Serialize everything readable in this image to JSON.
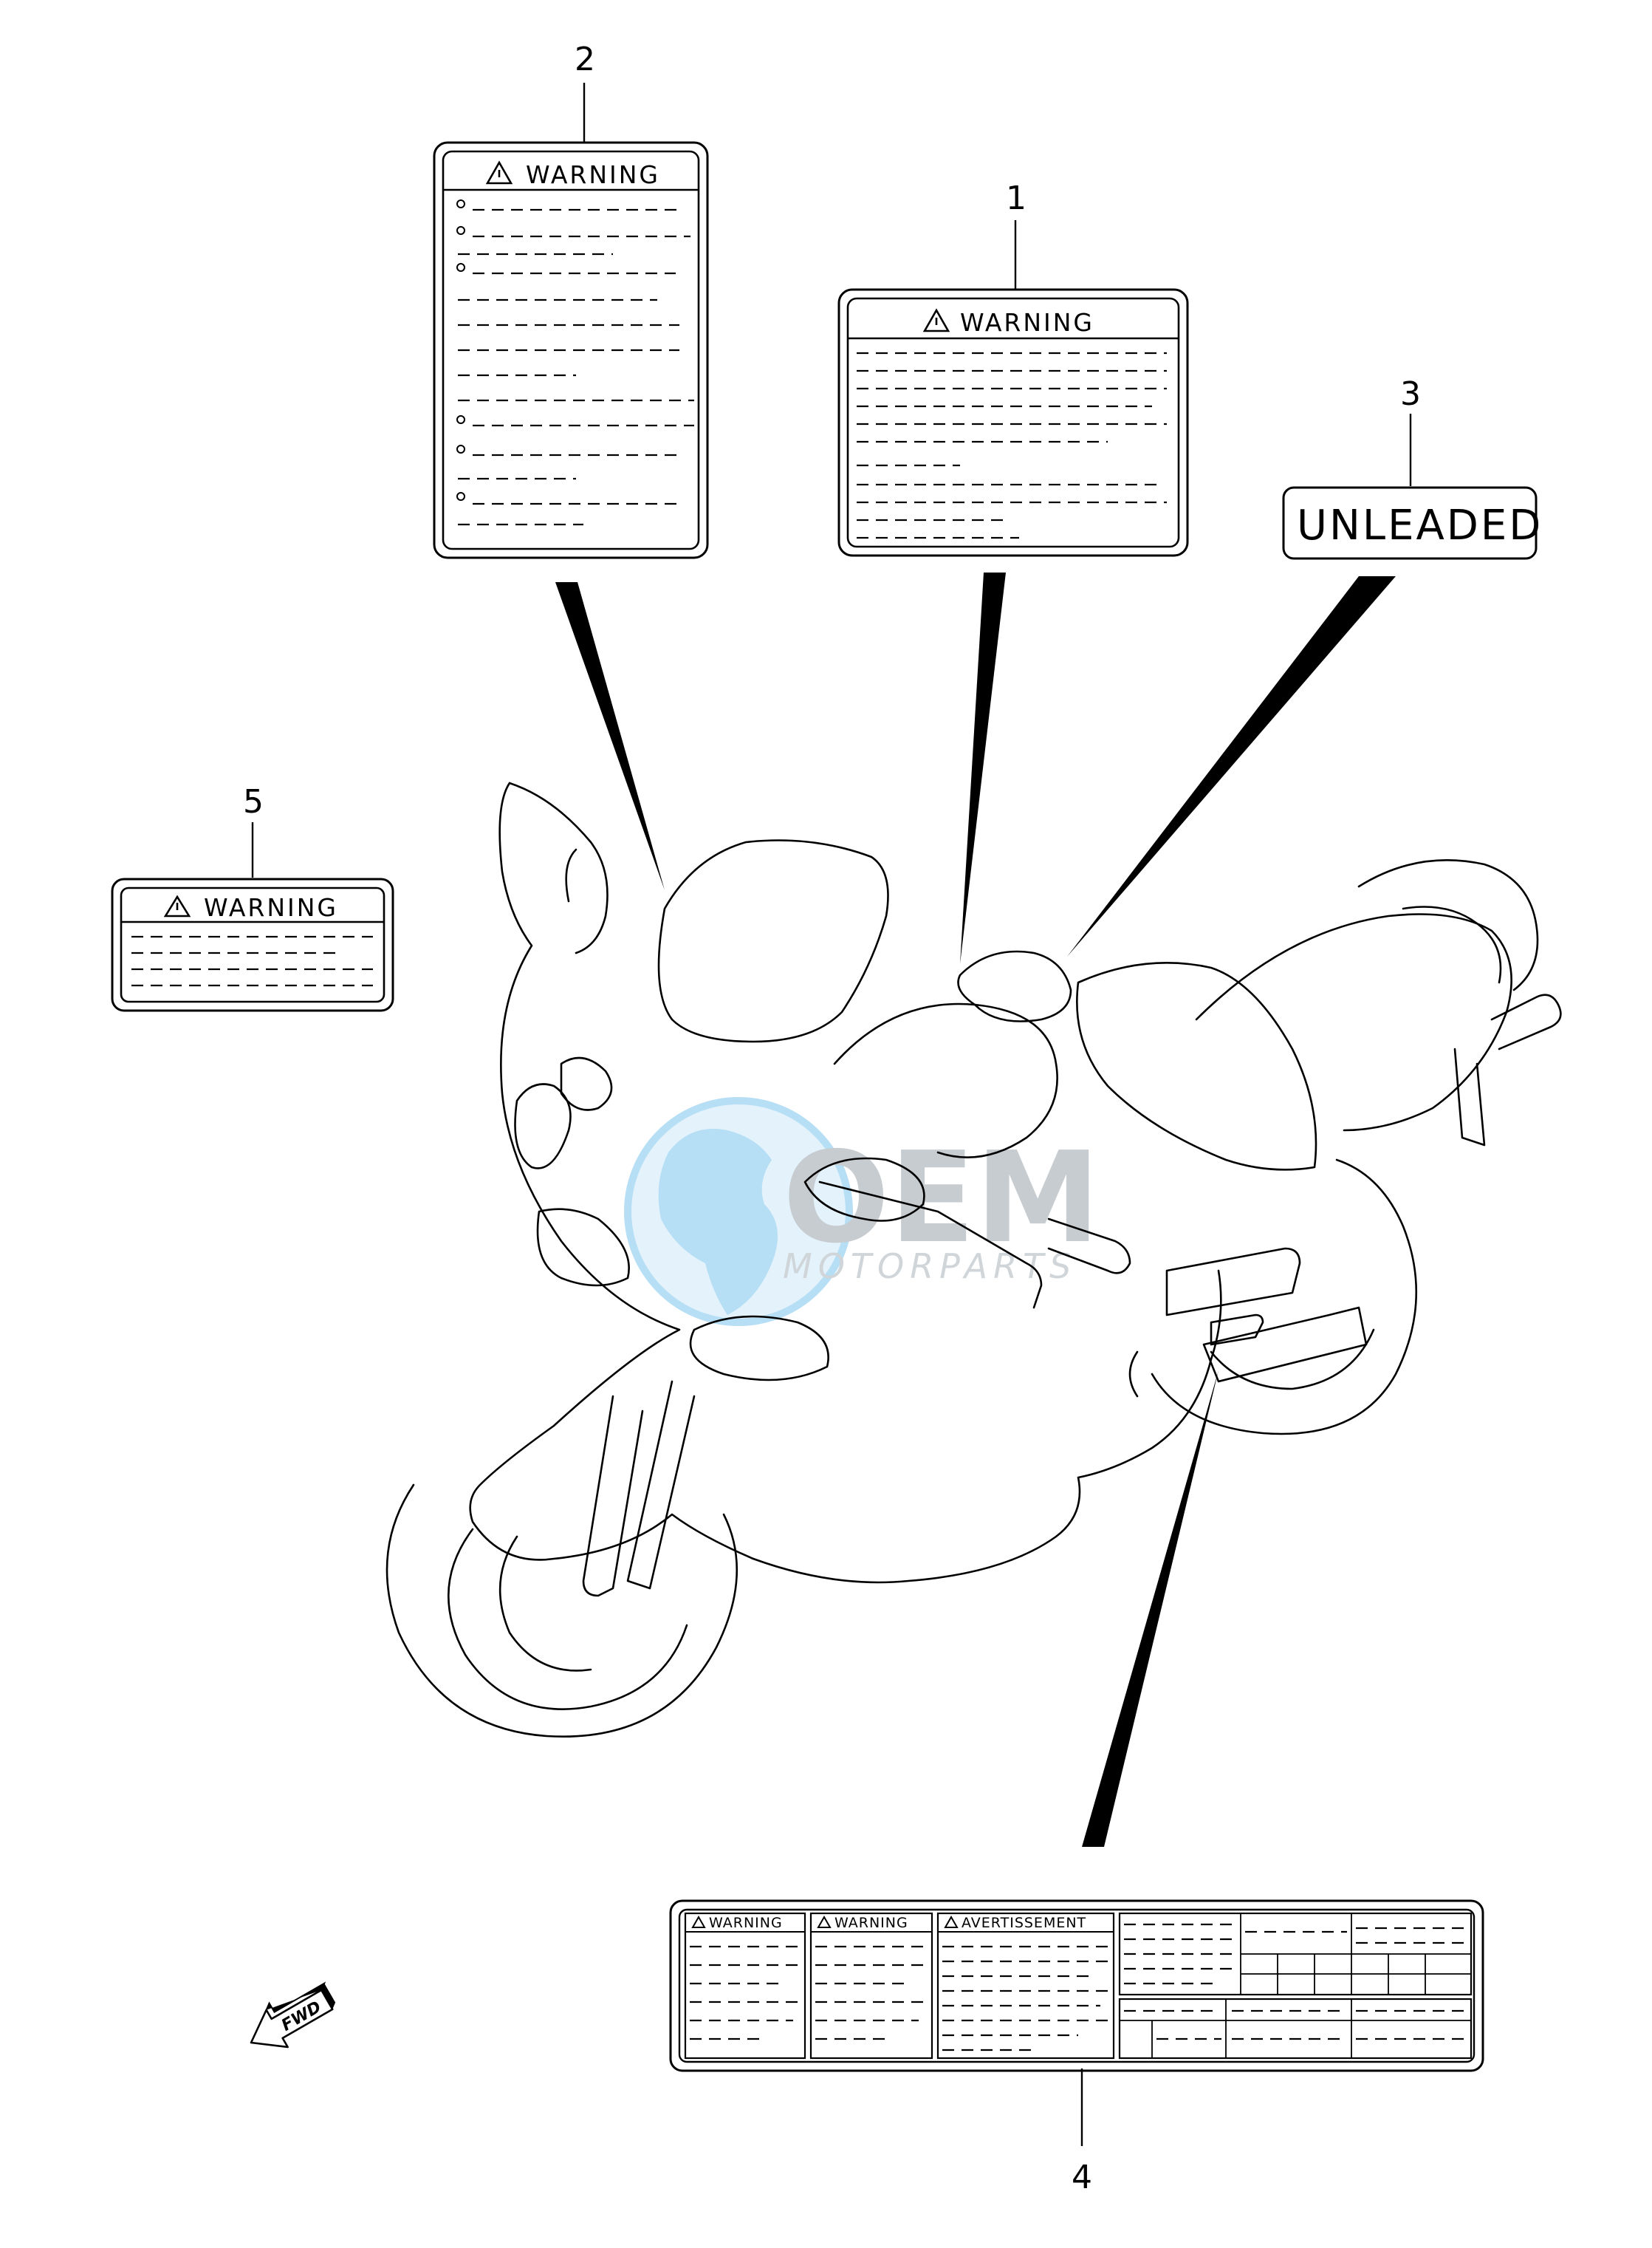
{
  "callouts": {
    "c1": "1",
    "c2": "2",
    "c3": "3",
    "c4": "4",
    "c5": "5"
  },
  "labels": {
    "warning": "WARNING",
    "unleaded": "UNLEADED",
    "avertissement": "AVERTISSEMENT"
  },
  "orientation_arrow": "FWD",
  "watermark": {
    "brand": "OEM",
    "tagline": "MOTORPARTS"
  },
  "colors": {
    "line": "#000000",
    "watermark_blue": "#7cc4ec",
    "watermark_gray": "#a9b3ba"
  }
}
